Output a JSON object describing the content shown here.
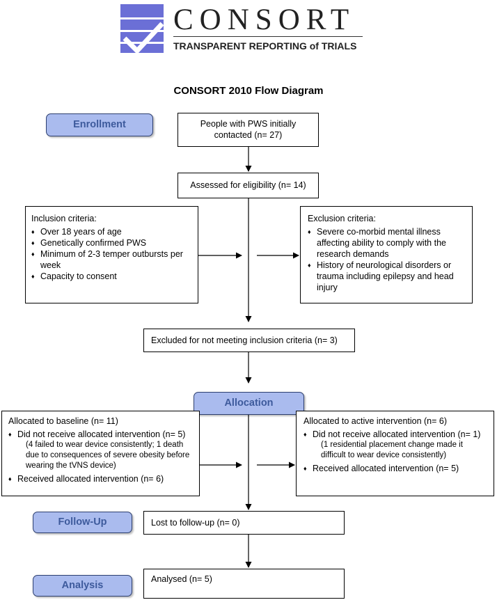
{
  "logo": {
    "name": "CONSORT",
    "tagline": "TRANSPARENT REPORTING of TRIALS"
  },
  "title": "CONSORT 2010 Flow Diagram",
  "stages": {
    "enrollment": "Enrollment",
    "allocation": "Allocation",
    "followup": "Follow-Up",
    "analysis": "Analysis"
  },
  "boxes": {
    "contacted": "People with PWS initially contacted (n= 27)",
    "assessed": "Assessed for eligibility (n= 14)",
    "inclusion": {
      "heading": "Inclusion criteria:",
      "items": [
        "Over 18 years of age",
        "Genetically confirmed PWS",
        "Minimum of 2-3 temper outbursts per week",
        "Capacity to consent"
      ]
    },
    "exclusion": {
      "heading": "Exclusion criteria:",
      "items": [
        "Severe co-morbid mental illness affecting ability to comply with the research demands",
        "History of neurological disorders or trauma including epilepsy and head injury"
      ]
    },
    "excluded": "Excluded for not meeting inclusion criteria (n= 3)",
    "baseline": {
      "heading": "Allocated to baseline (n= 11)",
      "item1": "Did not receive allocated intervention (n= 5)",
      "detail1": "(4 failed to wear device consistently; 1 death due to consequences of severe obesity before wearing the tVNS device)",
      "item2": "Received allocated intervention (n= 6)"
    },
    "active": {
      "heading": "Allocated to active intervention (n= 6)",
      "item1": "Did not receive allocated intervention (n= 1)",
      "detail1": "(1 residential placement change made it difficult to wear device consistently)",
      "item2": "Received allocated intervention (n= 5)"
    },
    "lost": "Lost to follow-up (n= 0)",
    "analysed": "Analysed (n= 5)"
  },
  "colors": {
    "stage_fill": "#aabbee",
    "stage_text": "#3d5a9c",
    "logo_blue": "#6b6fd6"
  }
}
